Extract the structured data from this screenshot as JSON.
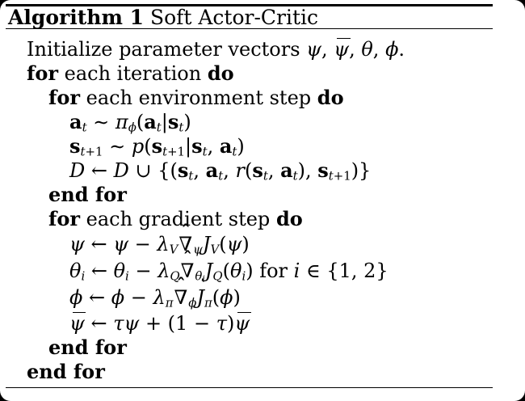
{
  "header": {
    "label": "Algorithm 1",
    "title": "Soft Actor-Critic"
  },
  "symbols": {
    "hat": "ˆ"
  },
  "colors": {
    "ink": "#000000",
    "paper": "#ffffff",
    "outside": "#000000"
  },
  "algorithm": {
    "lines": [
      {
        "indent": 1,
        "segments": [
          {
            "t": "Initialize parameter vectors ",
            "s": "rm"
          },
          {
            "t": "ψ",
            "s": "it"
          },
          {
            "t": ", ",
            "s": "rm"
          },
          {
            "t": "ψ",
            "s": "barit"
          },
          {
            "t": ", ",
            "s": "rm"
          },
          {
            "t": "θ",
            "s": "it"
          },
          {
            "t": ", ",
            "s": "rm"
          },
          {
            "t": "ϕ",
            "s": "it"
          },
          {
            "t": ".",
            "s": "rm"
          }
        ]
      },
      {
        "indent": 1,
        "segments": [
          {
            "t": "for",
            "s": "kw"
          },
          {
            "t": " each iteration ",
            "s": "rm"
          },
          {
            "t": "do",
            "s": "kw"
          }
        ]
      },
      {
        "indent": 2,
        "segments": [
          {
            "t": "for",
            "s": "kw"
          },
          {
            "t": " each environment step ",
            "s": "rm"
          },
          {
            "t": "do",
            "s": "kw"
          }
        ]
      },
      {
        "indent": 3,
        "segments": [
          {
            "t": "a",
            "s": "bf"
          },
          {
            "t": "t",
            "s": "sub"
          },
          {
            "t": " ∼ ",
            "s": "rm"
          },
          {
            "t": "π",
            "s": "it"
          },
          {
            "t": "ϕ",
            "s": "sub"
          },
          {
            "t": "(",
            "s": "rm"
          },
          {
            "t": "a",
            "s": "bf"
          },
          {
            "t": "t",
            "s": "sub"
          },
          {
            "t": "|",
            "s": "rm"
          },
          {
            "t": "s",
            "s": "bf"
          },
          {
            "t": "t",
            "s": "sub"
          },
          {
            "t": ")",
            "s": "rm"
          }
        ]
      },
      {
        "indent": 3,
        "segments": [
          {
            "t": "s",
            "s": "bf"
          },
          {
            "t": "t",
            "s": "sub"
          },
          {
            "t": "+1",
            "s": "subrm"
          },
          {
            "t": " ∼ ",
            "s": "rm"
          },
          {
            "t": "p",
            "s": "it"
          },
          {
            "t": "(",
            "s": "rm"
          },
          {
            "t": "s",
            "s": "bf"
          },
          {
            "t": "t",
            "s": "sub"
          },
          {
            "t": "+1",
            "s": "subrm"
          },
          {
            "t": "|",
            "s": "rm"
          },
          {
            "t": "s",
            "s": "bf"
          },
          {
            "t": "t",
            "s": "sub"
          },
          {
            "t": ", ",
            "s": "rm"
          },
          {
            "t": "a",
            "s": "bf"
          },
          {
            "t": "t",
            "s": "sub"
          },
          {
            "t": ")",
            "s": "rm"
          }
        ]
      },
      {
        "indent": 3,
        "segments": [
          {
            "t": "D",
            "s": "cal"
          },
          {
            "t": " ← ",
            "s": "rm"
          },
          {
            "t": "D",
            "s": "cal"
          },
          {
            "t": " ∪ {(",
            "s": "rm"
          },
          {
            "t": "s",
            "s": "bf"
          },
          {
            "t": "t",
            "s": "sub"
          },
          {
            "t": ", ",
            "s": "rm"
          },
          {
            "t": "a",
            "s": "bf"
          },
          {
            "t": "t",
            "s": "sub"
          },
          {
            "t": ", ",
            "s": "rm"
          },
          {
            "t": "r",
            "s": "it"
          },
          {
            "t": "(",
            "s": "rm"
          },
          {
            "t": "s",
            "s": "bf"
          },
          {
            "t": "t",
            "s": "sub"
          },
          {
            "t": ", ",
            "s": "rm"
          },
          {
            "t": "a",
            "s": "bf"
          },
          {
            "t": "t",
            "s": "sub"
          },
          {
            "t": "), ",
            "s": "rm"
          },
          {
            "t": "s",
            "s": "bf"
          },
          {
            "t": "t",
            "s": "sub"
          },
          {
            "t": "+1",
            "s": "subrm"
          },
          {
            "t": ")}",
            "s": "rm"
          }
        ]
      },
      {
        "indent": 2,
        "segments": [
          {
            "t": "end for",
            "s": "kw"
          }
        ]
      },
      {
        "indent": 2,
        "segments": [
          {
            "t": "for",
            "s": "kw"
          },
          {
            "t": " each gradient step ",
            "s": "rm"
          },
          {
            "t": "do",
            "s": "kw"
          }
        ]
      },
      {
        "indent": 3,
        "segments": [
          {
            "t": "ψ",
            "s": "it"
          },
          {
            "t": " ← ",
            "s": "rm"
          },
          {
            "t": "ψ",
            "s": "it"
          },
          {
            "t": " − ",
            "s": "rm"
          },
          {
            "t": "λ",
            "s": "it"
          },
          {
            "t": "V",
            "s": "sub"
          },
          {
            "t": "∇",
            "s": "nablahat"
          },
          {
            "t": "ψ",
            "s": "sub"
          },
          {
            "t": "J",
            "s": "it"
          },
          {
            "t": "V",
            "s": "sub"
          },
          {
            "t": "(",
            "s": "rm"
          },
          {
            "t": "ψ",
            "s": "it"
          },
          {
            "t": ")",
            "s": "rm"
          }
        ]
      },
      {
        "indent": 3,
        "segments": [
          {
            "t": "θ",
            "s": "it"
          },
          {
            "t": "i",
            "s": "sub"
          },
          {
            "t": " ← ",
            "s": "rm"
          },
          {
            "t": "θ",
            "s": "it"
          },
          {
            "t": "i",
            "s": "sub"
          },
          {
            "t": " − ",
            "s": "rm"
          },
          {
            "t": "λ",
            "s": "it"
          },
          {
            "t": "Q",
            "s": "sub"
          },
          {
            "t": "∇",
            "s": "nablahat"
          },
          {
            "t": "θ",
            "s": "sub"
          },
          {
            "t": "i",
            "s": "subsub"
          },
          {
            "t": "J",
            "s": "it"
          },
          {
            "t": "Q",
            "s": "sub"
          },
          {
            "t": "(",
            "s": "rm"
          },
          {
            "t": "θ",
            "s": "it"
          },
          {
            "t": "i",
            "s": "sub"
          },
          {
            "t": ") for ",
            "s": "rm"
          },
          {
            "t": "i",
            "s": "it"
          },
          {
            "t": " ∈ {1, 2}",
            "s": "rm"
          }
        ]
      },
      {
        "indent": 3,
        "segments": [
          {
            "t": "ϕ",
            "s": "it"
          },
          {
            "t": " ← ",
            "s": "rm"
          },
          {
            "t": "ϕ",
            "s": "it"
          },
          {
            "t": " − ",
            "s": "rm"
          },
          {
            "t": "λ",
            "s": "it"
          },
          {
            "t": "π",
            "s": "sub"
          },
          {
            "t": "∇",
            "s": "nablahat"
          },
          {
            "t": "ϕ",
            "s": "sub"
          },
          {
            "t": "J",
            "s": "it"
          },
          {
            "t": "π",
            "s": "sub"
          },
          {
            "t": "(",
            "s": "rm"
          },
          {
            "t": "ϕ",
            "s": "it"
          },
          {
            "t": ")",
            "s": "rm"
          }
        ]
      },
      {
        "indent": 3,
        "segments": [
          {
            "t": "ψ",
            "s": "barit"
          },
          {
            "t": " ← ",
            "s": "rm"
          },
          {
            "t": "τ",
            "s": "it"
          },
          {
            "t": "ψ",
            "s": "it"
          },
          {
            "t": " + (1 − ",
            "s": "rm"
          },
          {
            "t": "τ",
            "s": "it"
          },
          {
            "t": ")",
            "s": "rm"
          },
          {
            "t": "ψ",
            "s": "barit"
          }
        ]
      },
      {
        "indent": 2,
        "segments": [
          {
            "t": "end for",
            "s": "kw"
          }
        ]
      },
      {
        "indent": 1,
        "segments": [
          {
            "t": "end for",
            "s": "kw"
          }
        ]
      }
    ]
  }
}
